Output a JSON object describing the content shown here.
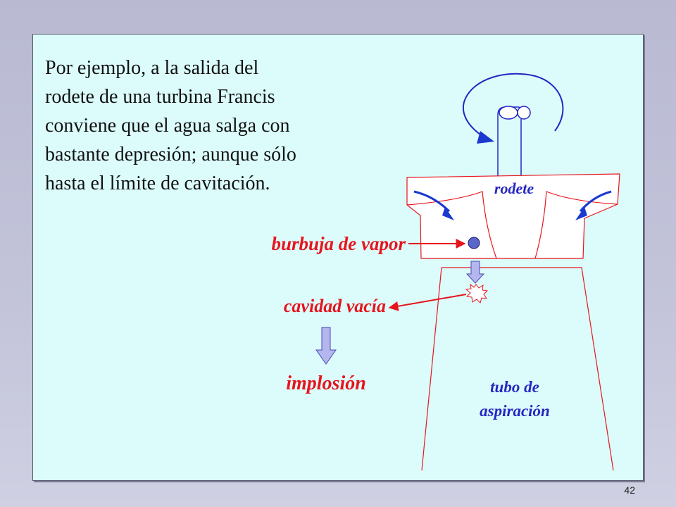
{
  "text": {
    "lines": [
      "Por ejemplo, a la salida del",
      "rodete de una turbina Francis",
      "conviene que el agua salga con",
      "bastante depresión; aunque sólo",
      "hasta el límite de cavitación."
    ]
  },
  "diagram": {
    "labels": {
      "rodete": "rodete",
      "burbuja": "burbuja de vapor",
      "cavidad": "cavidad vacía",
      "implosion": "implosión",
      "tubo_line1": "tubo de",
      "tubo_line2": "aspiración"
    },
    "colors": {
      "red": "#e8141c",
      "blue": "#2626c2",
      "arrow_fill": "#b4b6ee",
      "bubble": "#5a66c8"
    }
  },
  "footer": {
    "page_number": "42"
  }
}
